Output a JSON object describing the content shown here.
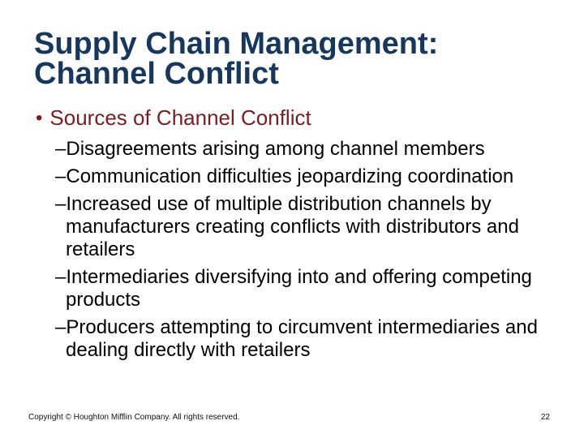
{
  "slide": {
    "title_line1": "Supply Chain Management:",
    "title_line2": "Channel Conflict",
    "title_color": "#17385E",
    "accent_color": "#7B1C20",
    "body_color": "#000000",
    "bullet_glyph": "•",
    "dash_glyph": "–",
    "main_bullet": "Sources of Channel Conflict",
    "sub_bullets": [
      "Disagreements arising among channel members",
      "Communication difficulties jeopardizing coordination",
      "Increased use of multiple distribution channels by manufacturers creating conflicts with distributors and retailers",
      "Intermediaries diversifying into and offering competing products",
      "Producers attempting to circumvent intermediaries and dealing directly with retailers"
    ],
    "footer": {
      "copyright": "Copyright © Houghton Mifflin Company. All rights reserved.",
      "page_number": "22"
    }
  }
}
